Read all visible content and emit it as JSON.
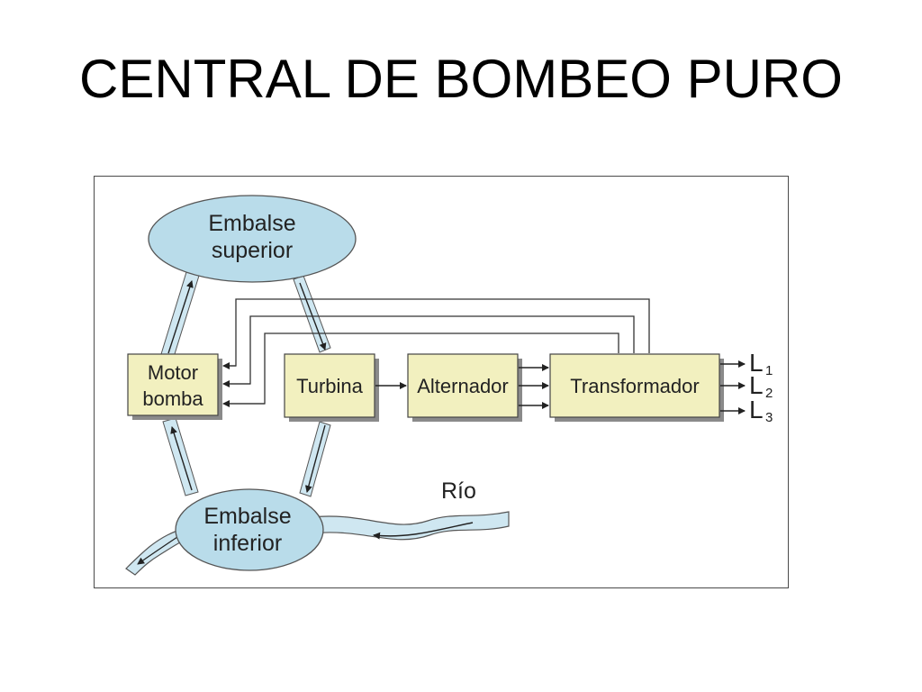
{
  "title": "CENTRAL DE BOMBEO PURO",
  "diagram": {
    "upper_reservoir": {
      "line1": "Embalse",
      "line2": "superior"
    },
    "lower_reservoir": {
      "line1": "Embalse",
      "line2": "inferior"
    },
    "motor_pump": {
      "line1": "Motor",
      "line2": "bomba"
    },
    "turbine": {
      "label": "Turbina"
    },
    "alternator": {
      "label": "Alternador"
    },
    "transformer": {
      "label": "Transformador"
    },
    "river": {
      "label": "Río"
    },
    "outputs": [
      {
        "letter": "L",
        "sub": "1"
      },
      {
        "letter": "L",
        "sub": "2"
      },
      {
        "letter": "L",
        "sub": "3"
      }
    ]
  },
  "colors": {
    "reservoir_fill": "#b9dcea",
    "box_fill": "#f2f0bf",
    "box_shadow": "#8a8a8a",
    "line": "#333333",
    "water": "#cfe7f1"
  }
}
